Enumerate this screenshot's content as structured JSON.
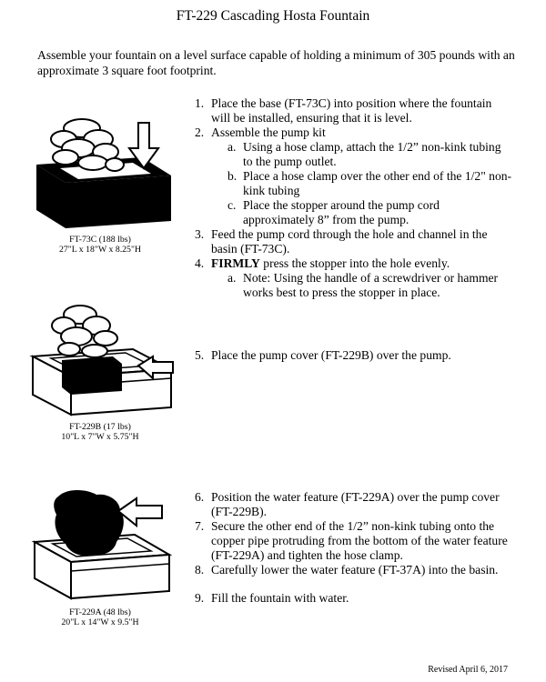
{
  "title": "FT-229 Cascading Hosta Fountain",
  "intro": "Assemble your fountain on a level surface capable of holding a minimum of 305 pounds with an approximate 3 square foot footprint.",
  "figures": [
    {
      "caption_line1": "FT-73C (188 lbs)",
      "caption_line2": "27\"L x 18\"W x 8.25\"H"
    },
    {
      "caption_line1": "FT-229B (17 lbs)",
      "caption_line2": "10\"L x 7\"W x 5.75\"H"
    },
    {
      "caption_line1": "FT-229A (48 lbs)",
      "caption_line2": "20\"L x 14\"W x 9.5\"H"
    }
  ],
  "steps_group1": [
    {
      "num": "1.",
      "text": "Place the base (FT-73C) into position where the fountain will be installed, ensuring that it is level."
    },
    {
      "num": "2.",
      "text": "Assemble the pump kit"
    },
    {
      "num": "a.",
      "text": "Using a hose clamp, attach the 1/2” non-kink tubing to the pump outlet."
    },
    {
      "num": "b.",
      "text": "Place a hose clamp over the other end of the 1/2\" non-kink tubing"
    },
    {
      "num": "c.",
      "text": "Place the stopper around the pump cord approximately 8” from the pump."
    },
    {
      "num": "3.",
      "text": "Feed the pump cord through the hole and channel in the basin (FT-73C)."
    },
    {
      "num": "4.",
      "bold": "FIRMLY",
      "text": " press the stopper into the hole evenly."
    },
    {
      "num": "a.",
      "text": "Note: Using the handle of a screwdriver or hammer works best to press the stopper in place."
    }
  ],
  "steps_group2": [
    {
      "num": "5.",
      "text": "Place the pump cover (FT-229B) over the pump."
    }
  ],
  "steps_group3": [
    {
      "num": "6.",
      "text": "Position the water feature (FT-229A) over the pump cover (FT-229B)."
    },
    {
      "num": "7.",
      "text": "Secure the other end of the 1/2” non-kink tubing onto the copper pipe protruding from the bottom of the water feature (FT-229A) and tighten the hose clamp."
    },
    {
      "num": "8.",
      "text": "Carefully lower the water feature (FT-37A) into the basin."
    },
    {
      "num": "9.",
      "text": "Fill the fountain with water."
    }
  ],
  "revised": "Revised April 6, 2017",
  "colors": {
    "ink": "#000000",
    "paper": "#ffffff"
  }
}
